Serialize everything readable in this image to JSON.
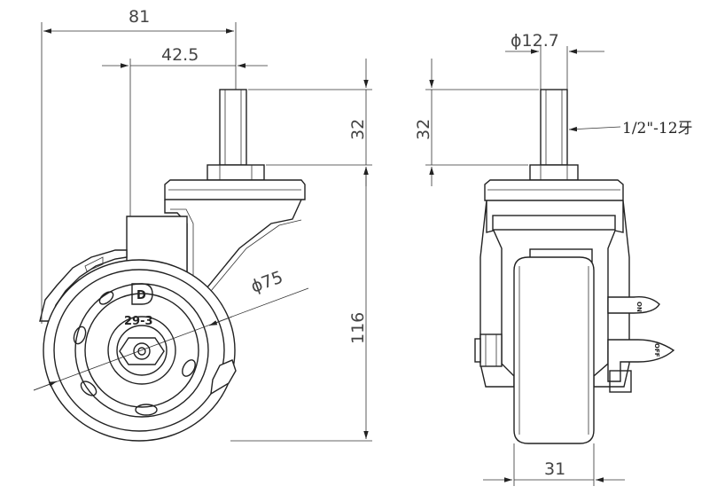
{
  "dimensions": {
    "overall_width": "81",
    "offset": "42.5",
    "stem_length_left": "32",
    "stem_length_right": "32",
    "height": "116",
    "wheel_diameter": "ϕ75",
    "stem_diameter": "ϕ12.7",
    "wheel_width": "31"
  },
  "annotations": {
    "thread": "1/2\"-12牙"
  },
  "markings": {
    "brand": "D",
    "model": "29-3",
    "brake_on": "ON",
    "brake_off": "OFF"
  }
}
